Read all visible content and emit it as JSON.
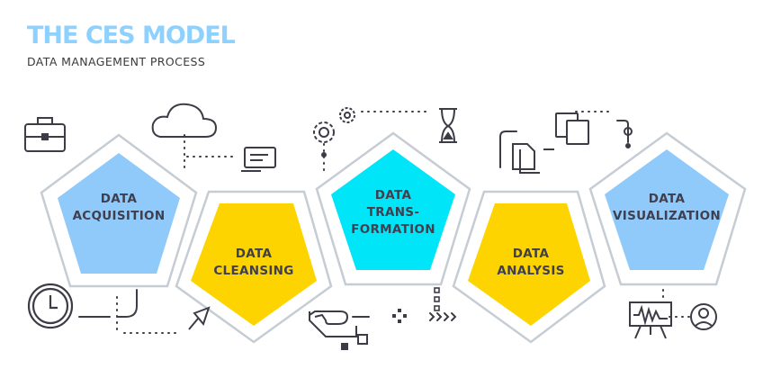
{
  "header": {
    "title": "THE CES MODEL",
    "subtitle": "DATA MANAGEMENT PROCESS"
  },
  "colors": {
    "blue": "#8fcafb",
    "yellow": "#fdd300",
    "cyan": "#00e5f7",
    "title": "#8ed1ff",
    "line": "#3c3c46",
    "outline": "#c6ccd3"
  },
  "stages": [
    {
      "lines": [
        "DATA",
        "ACQUISITION"
      ],
      "color": "blue"
    },
    {
      "lines": [
        "DATA",
        "CLEANSING"
      ],
      "color": "yellow"
    },
    {
      "lines": [
        "DATA",
        "TRANS-",
        "FORMATION"
      ],
      "color": "cyan"
    },
    {
      "lines": [
        "DATA",
        "ANALYSIS"
      ],
      "color": "yellow"
    },
    {
      "lines": [
        "DATA",
        "VISUALIZATION"
      ],
      "color": "blue"
    }
  ],
  "icons": [
    "briefcase-icon",
    "cloud-icon",
    "monitor-icon",
    "gears-icon",
    "hourglass-icon",
    "copy-documents-icon",
    "clock-icon",
    "cursor-icon",
    "glasses-icon",
    "move-icon",
    "arrows-icon",
    "chart-board-icon",
    "user-icon"
  ]
}
